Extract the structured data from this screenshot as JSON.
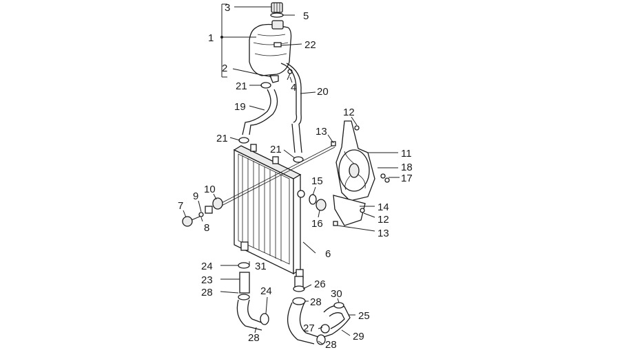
{
  "labels": {
    "l1": "1",
    "l2": "2",
    "l3": "3",
    "l4": "4",
    "l5": "5",
    "l6": "6",
    "l7": "7",
    "l8": "8",
    "l9": "9",
    "l10": "10",
    "l11": "11",
    "l12a": "12",
    "l12b": "12",
    "l13a": "13",
    "l13b": "13",
    "l14": "14",
    "l15": "15",
    "l16": "16",
    "l17": "17",
    "l18": "18",
    "l19": "19",
    "l20": "20",
    "l21a": "21",
    "l21b": "21",
    "l21c": "21",
    "l22": "22",
    "l23": "23",
    "l24a": "24",
    "l24b": "24",
    "l25": "25",
    "l26": "26",
    "l27": "27",
    "l28a": "28",
    "l28b": "28",
    "l28c": "28",
    "l28d": "28",
    "l29": "29",
    "l30": "30",
    "l31": "31"
  }
}
